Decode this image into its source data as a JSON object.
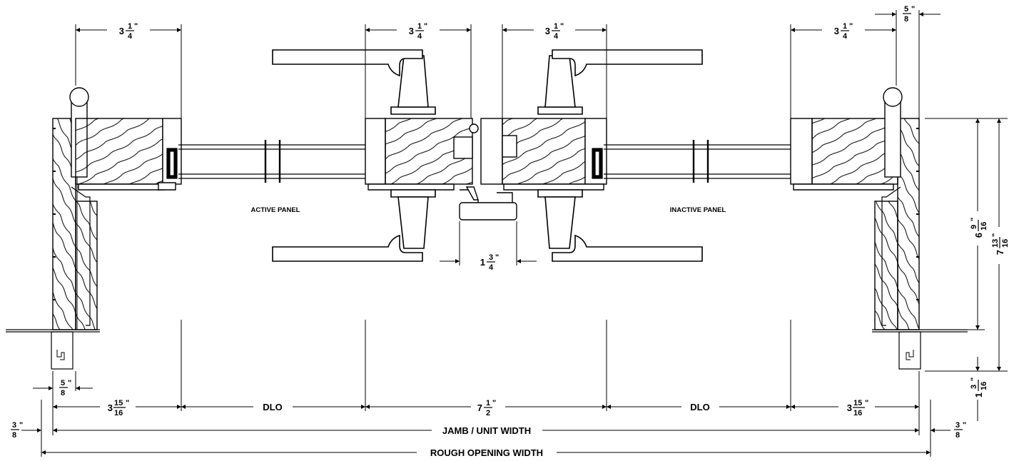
{
  "labels": {
    "active_panel": "ACTIVE PANEL",
    "inactive_panel": "INACTIVE PANEL",
    "dlo_left": "DLO",
    "dlo_right": "DLO",
    "jamb_unit_width": "JAMB / UNIT WIDTH",
    "rough_opening_width": "ROUGH OPENING WIDTH"
  },
  "dimensions": {
    "top_1": {
      "whole": "3",
      "num": "1",
      "den": "4",
      "mark": "\""
    },
    "top_2": {
      "whole": "3",
      "num": "1",
      "den": "4",
      "mark": "\""
    },
    "top_3": {
      "whole": "3",
      "num": "1",
      "den": "4",
      "mark": "\""
    },
    "top_4": {
      "whole": "3",
      "num": "1",
      "den": "4",
      "mark": "\""
    },
    "top_5": {
      "whole": "",
      "num": "5",
      "den": "8",
      "mark": "\""
    },
    "astragal": {
      "whole": "1",
      "num": "3",
      "den": "4",
      "mark": "\""
    },
    "bottom_left_5_8": {
      "whole": "",
      "num": "5",
      "den": "8",
      "mark": "\""
    },
    "left_3_15_16": {
      "whole": "3",
      "num": "15",
      "den": "16",
      "mark": "\""
    },
    "center_7_1_2": {
      "whole": "7",
      "num": "1",
      "den": "2",
      "mark": "\""
    },
    "right_3_15_16": {
      "whole": "3",
      "num": "15",
      "den": "16",
      "mark": "\""
    },
    "left_3_8": {
      "whole": "",
      "num": "3",
      "den": "8",
      "mark": "\""
    },
    "right_3_8": {
      "whole": "",
      "num": "3",
      "den": "8",
      "mark": "\""
    },
    "vert_6_9_16": {
      "whole": "6",
      "num": "9",
      "den": "16",
      "mark": "\""
    },
    "vert_7_13_16": {
      "whole": "7",
      "num": "13",
      "den": "16",
      "mark": "\""
    },
    "vert_1_3_16": {
      "whole": "1",
      "num": "3",
      "den": "16",
      "mark": "\""
    }
  }
}
